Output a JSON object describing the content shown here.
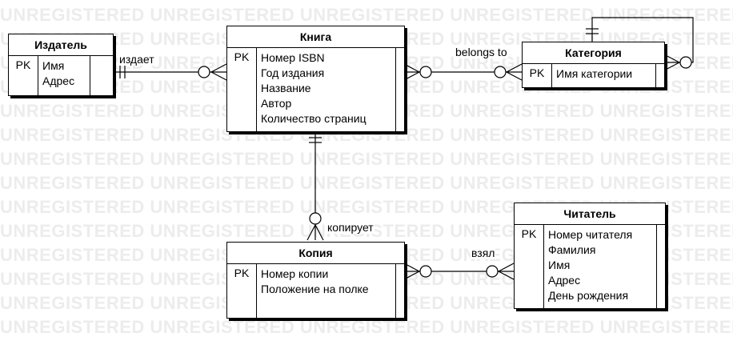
{
  "watermark": "UNREGISTERED UNREGISTERED UNREGISTERED UNREGISTERED UNREGISTERED UNREGISTERED",
  "entities": {
    "publisher": {
      "title": "Издатель",
      "pk": "PK",
      "attrs": [
        "Имя",
        "Адрес"
      ]
    },
    "book": {
      "title": "Книга",
      "pk": "PK",
      "attrs": [
        "Номер ISBN",
        "Год издания",
        "Название",
        "Автор",
        "Количество страниц"
      ]
    },
    "category": {
      "title": "Категория",
      "pk": "PK",
      "attrs": [
        "Имя категории"
      ]
    },
    "copy": {
      "title": "Копия",
      "pk": "PK",
      "attrs": [
        "Номер копии",
        "Положение на полке"
      ]
    },
    "reader": {
      "title": "Читатель",
      "pk": "PK",
      "attrs": [
        "Номер читателя",
        "Фамилия",
        "Имя",
        "Адрес",
        "День рождения"
      ]
    }
  },
  "relations": {
    "publishes": "издает",
    "belongs_to": "belongs to",
    "copies": "копирует",
    "borrowed": "взял"
  }
}
